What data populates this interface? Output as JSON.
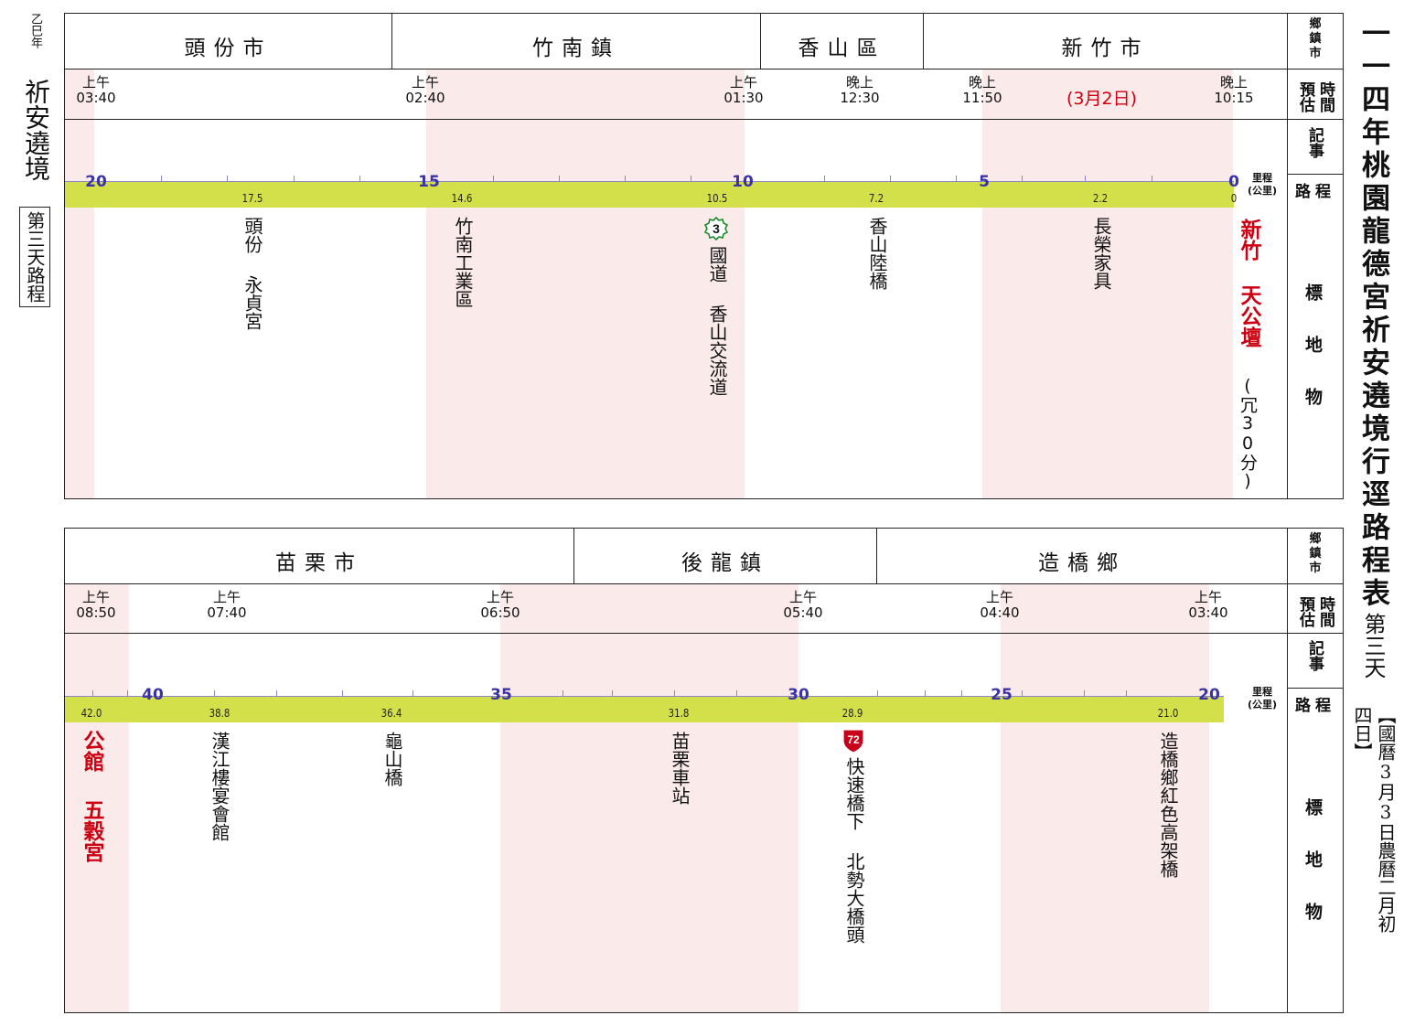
{
  "left_header": {
    "year": "乙巳年",
    "title": "祈安遶境",
    "subtitle": "第三天路程"
  },
  "right_header": {
    "title": "一一四年桃園龍德宮祈安遶境行逕路程表",
    "day": "第三天",
    "date": "【國曆3月3日農曆二月初四日】"
  },
  "row_labels": {
    "district": "鄉鎮市",
    "time": "時間預估",
    "notes": "記事",
    "distance": "路程",
    "landmark": "標地物"
  },
  "unit_label": {
    "line1": "里程",
    "line2": "(公里)"
  },
  "panel_top": {
    "districts": [
      "頭份市",
      "竹南鎮",
      "香山區",
      "新竹市"
    ],
    "times": [
      {
        "period": "上午",
        "time": "03:40"
      },
      {
        "period": "上午",
        "time": "02:40"
      },
      {
        "period": "上午",
        "time": "01:30"
      },
      {
        "period": "晚上",
        "time": "12:30"
      },
      {
        "period": "晚上",
        "time": "11:50"
      },
      {
        "period": "晚上",
        "time": "10:15"
      }
    ],
    "date_note": "(3月2日)",
    "major_ticks": [
      "20",
      "15",
      "10",
      "5",
      "0"
    ],
    "zero_km": "0",
    "km_values": [
      "17.5",
      "14.6",
      "10.5",
      "7.2",
      "2.2"
    ],
    "landmarks": [
      {
        "text": "頭份 永貞宮"
      },
      {
        "text": "竹南工業區"
      },
      {
        "badge": "3",
        "text": "國道 香山交流道"
      },
      {
        "text": "香山陸橋"
      },
      {
        "text": "長榮家具"
      }
    ],
    "start": {
      "line1": "新竹",
      "line2": "天公壇",
      "note": "(冗30分)"
    }
  },
  "panel_bottom": {
    "districts": [
      "苗栗市",
      "後龍鎮",
      "造橋鄉"
    ],
    "times": [
      {
        "period": "上午",
        "time": "08:50"
      },
      {
        "period": "上午",
        "time": "07:40"
      },
      {
        "period": "上午",
        "time": "06:50"
      },
      {
        "period": "上午",
        "time": "05:40"
      },
      {
        "period": "上午",
        "time": "04:40"
      },
      {
        "period": "上午",
        "time": "03:40"
      }
    ],
    "major_ticks": [
      "40",
      "35",
      "30",
      "25",
      "20"
    ],
    "km_values": [
      "42.0",
      "38.8",
      "36.4",
      "31.8",
      "28.9",
      "21.0"
    ],
    "end": {
      "line1": "公館",
      "line2": "五穀宮"
    },
    "landmarks": [
      {
        "text": "漢江樓宴會館"
      },
      {
        "text": "龜山橋"
      },
      {
        "text": "苗栗車站"
      },
      {
        "badge": "72",
        "text": "快速橋下 北勢大橋頭"
      },
      {
        "text": "造橋鄉紅色高架橋"
      }
    ]
  },
  "colors": {
    "band": "#fbeaea",
    "route_bar": "#d4e04a",
    "tick_number": "#3a33a8",
    "red_text": "#cc0011",
    "badge_green": "#1a8a2a",
    "badge_red": "#c8001a"
  }
}
